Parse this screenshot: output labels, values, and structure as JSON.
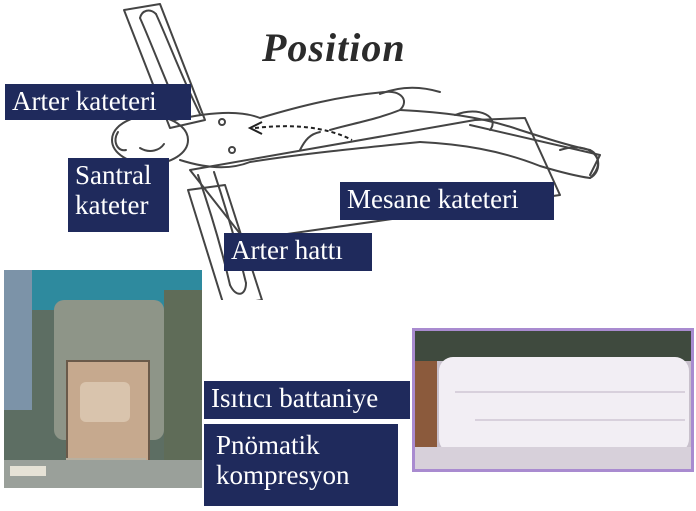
{
  "title": "Position",
  "labels": {
    "arter_kateteri": "Arter kateteri",
    "santral_kateter": "Santral\nkateter",
    "mesane_kateteri": "Mesane kateteri",
    "arter_hatti": "Arter hattı",
    "isitici_battaniye": "Isıtıcı battaniye",
    "pnomatik_kompresyon": "Pnömatik\nkompresyon"
  },
  "colors": {
    "label_background": "#1f2a5c",
    "label_text": "#ffffff",
    "line_art": "#444444",
    "photo_border": "#a98bd0"
  },
  "illustration": "patient-position-line-drawing"
}
